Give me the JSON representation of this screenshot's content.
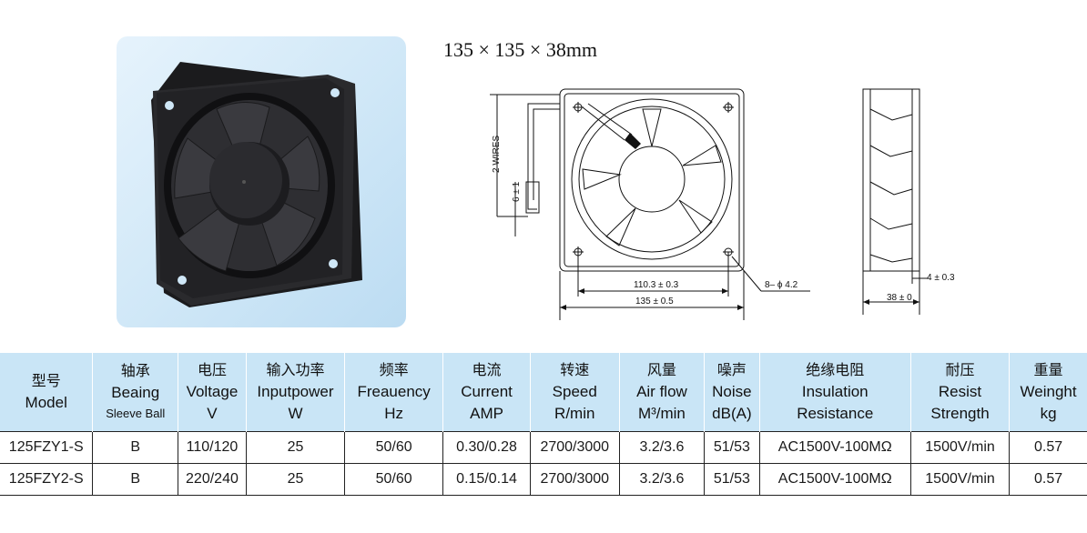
{
  "dimension_title": "135 × 135 × 38mm",
  "drawing": {
    "wires_label": "2 WIRES",
    "wire_strip": "6 ± 1",
    "hole_spacing": "110.3 ± 0.3",
    "overall_width": "135 ± 0.5",
    "holes": "8– ϕ 4.2",
    "flange": "4 ± 0.3",
    "depth": "38 ± 0"
  },
  "table": {
    "headers": [
      {
        "zh": "型号",
        "en": "Model",
        "sub": ""
      },
      {
        "zh": "轴承",
        "en": "Beaing",
        "sub": "Sleeve Ball"
      },
      {
        "zh": "电压",
        "en": "Voltage",
        "sub": "V"
      },
      {
        "zh": "输入功率",
        "en": "Inputpower",
        "sub": "W"
      },
      {
        "zh": "频率",
        "en": "Freauency",
        "sub": "Hz"
      },
      {
        "zh": "电流",
        "en": "Current",
        "sub": "AMP"
      },
      {
        "zh": "转速",
        "en": "Speed",
        "sub": "R/min"
      },
      {
        "zh": "风量",
        "en": "Air flow",
        "sub": "M³/min"
      },
      {
        "zh": "噪声",
        "en": "Noise",
        "sub": "dB(A)"
      },
      {
        "zh": "绝缘电阻",
        "en": "Insulation",
        "sub": "Resistance"
      },
      {
        "zh": "耐压",
        "en": "Resist",
        "sub": "Strength"
      },
      {
        "zh": "重量",
        "en": "Weinght",
        "sub": "kg"
      }
    ],
    "rows": [
      [
        "125FZY1-S",
        "B",
        "110/120",
        "25",
        "50/60",
        "0.30/0.28",
        "2700/3000",
        "3.2/3.6",
        "51/53",
        "AC1500V-100MΩ",
        "1500V/min",
        "0.57"
      ],
      [
        "125FZY2-S",
        "B",
        "220/240",
        "25",
        "50/60",
        "0.15/0.14",
        "2700/3000",
        "3.2/3.6",
        "51/53",
        "AC1500V-100MΩ",
        "1500V/min",
        "0.57"
      ]
    ]
  }
}
